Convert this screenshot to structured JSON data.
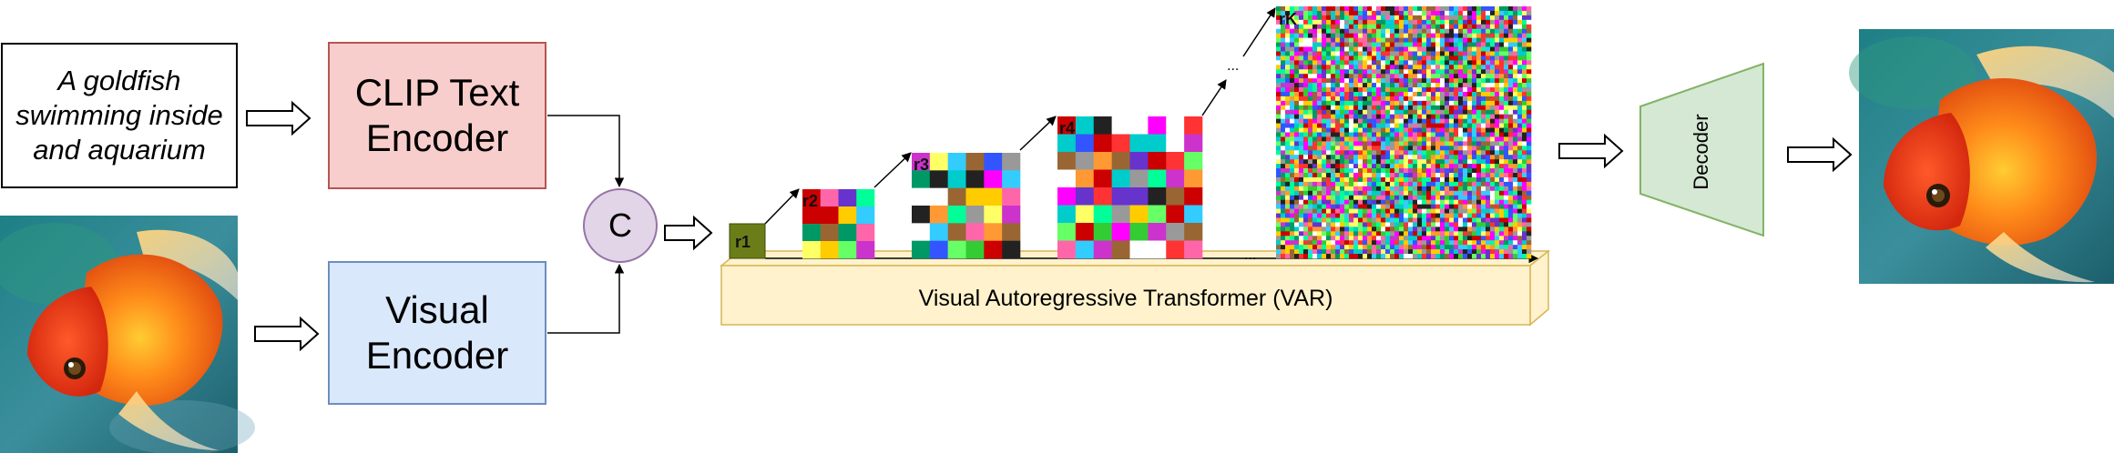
{
  "prompt_text": "A goldfish\nswimming inside\nand aquarium",
  "clip_encoder_label": "CLIP Text\nEncoder",
  "visual_encoder_label": "Visual\nEncoder",
  "concat_label": "C",
  "var_label": "Visual Autoregressive Transformer (VAR)",
  "decoder_label": "Decoder",
  "scale_labels": [
    "r1",
    "r2",
    "r3",
    "r4",
    "rK"
  ],
  "ellipsis": "...",
  "grid_sizes": [
    1,
    4,
    6,
    8,
    56
  ],
  "colors": {
    "clip_fill": "#f8cecc",
    "clip_stroke": "#b85450",
    "visual_fill": "#dae8fc",
    "visual_stroke": "#6c8ebf",
    "concat_fill": "#e1d5e7",
    "concat_stroke": "#9673a6",
    "var_fill": "#fff2cc",
    "var_stroke": "#d6b656",
    "decoder_fill": "#d5e8d4",
    "decoder_stroke": "#82b366",
    "r1_fill": "#6b7d18"
  },
  "icons": [
    "goldfish-input-image",
    "goldfish-output-image"
  ]
}
